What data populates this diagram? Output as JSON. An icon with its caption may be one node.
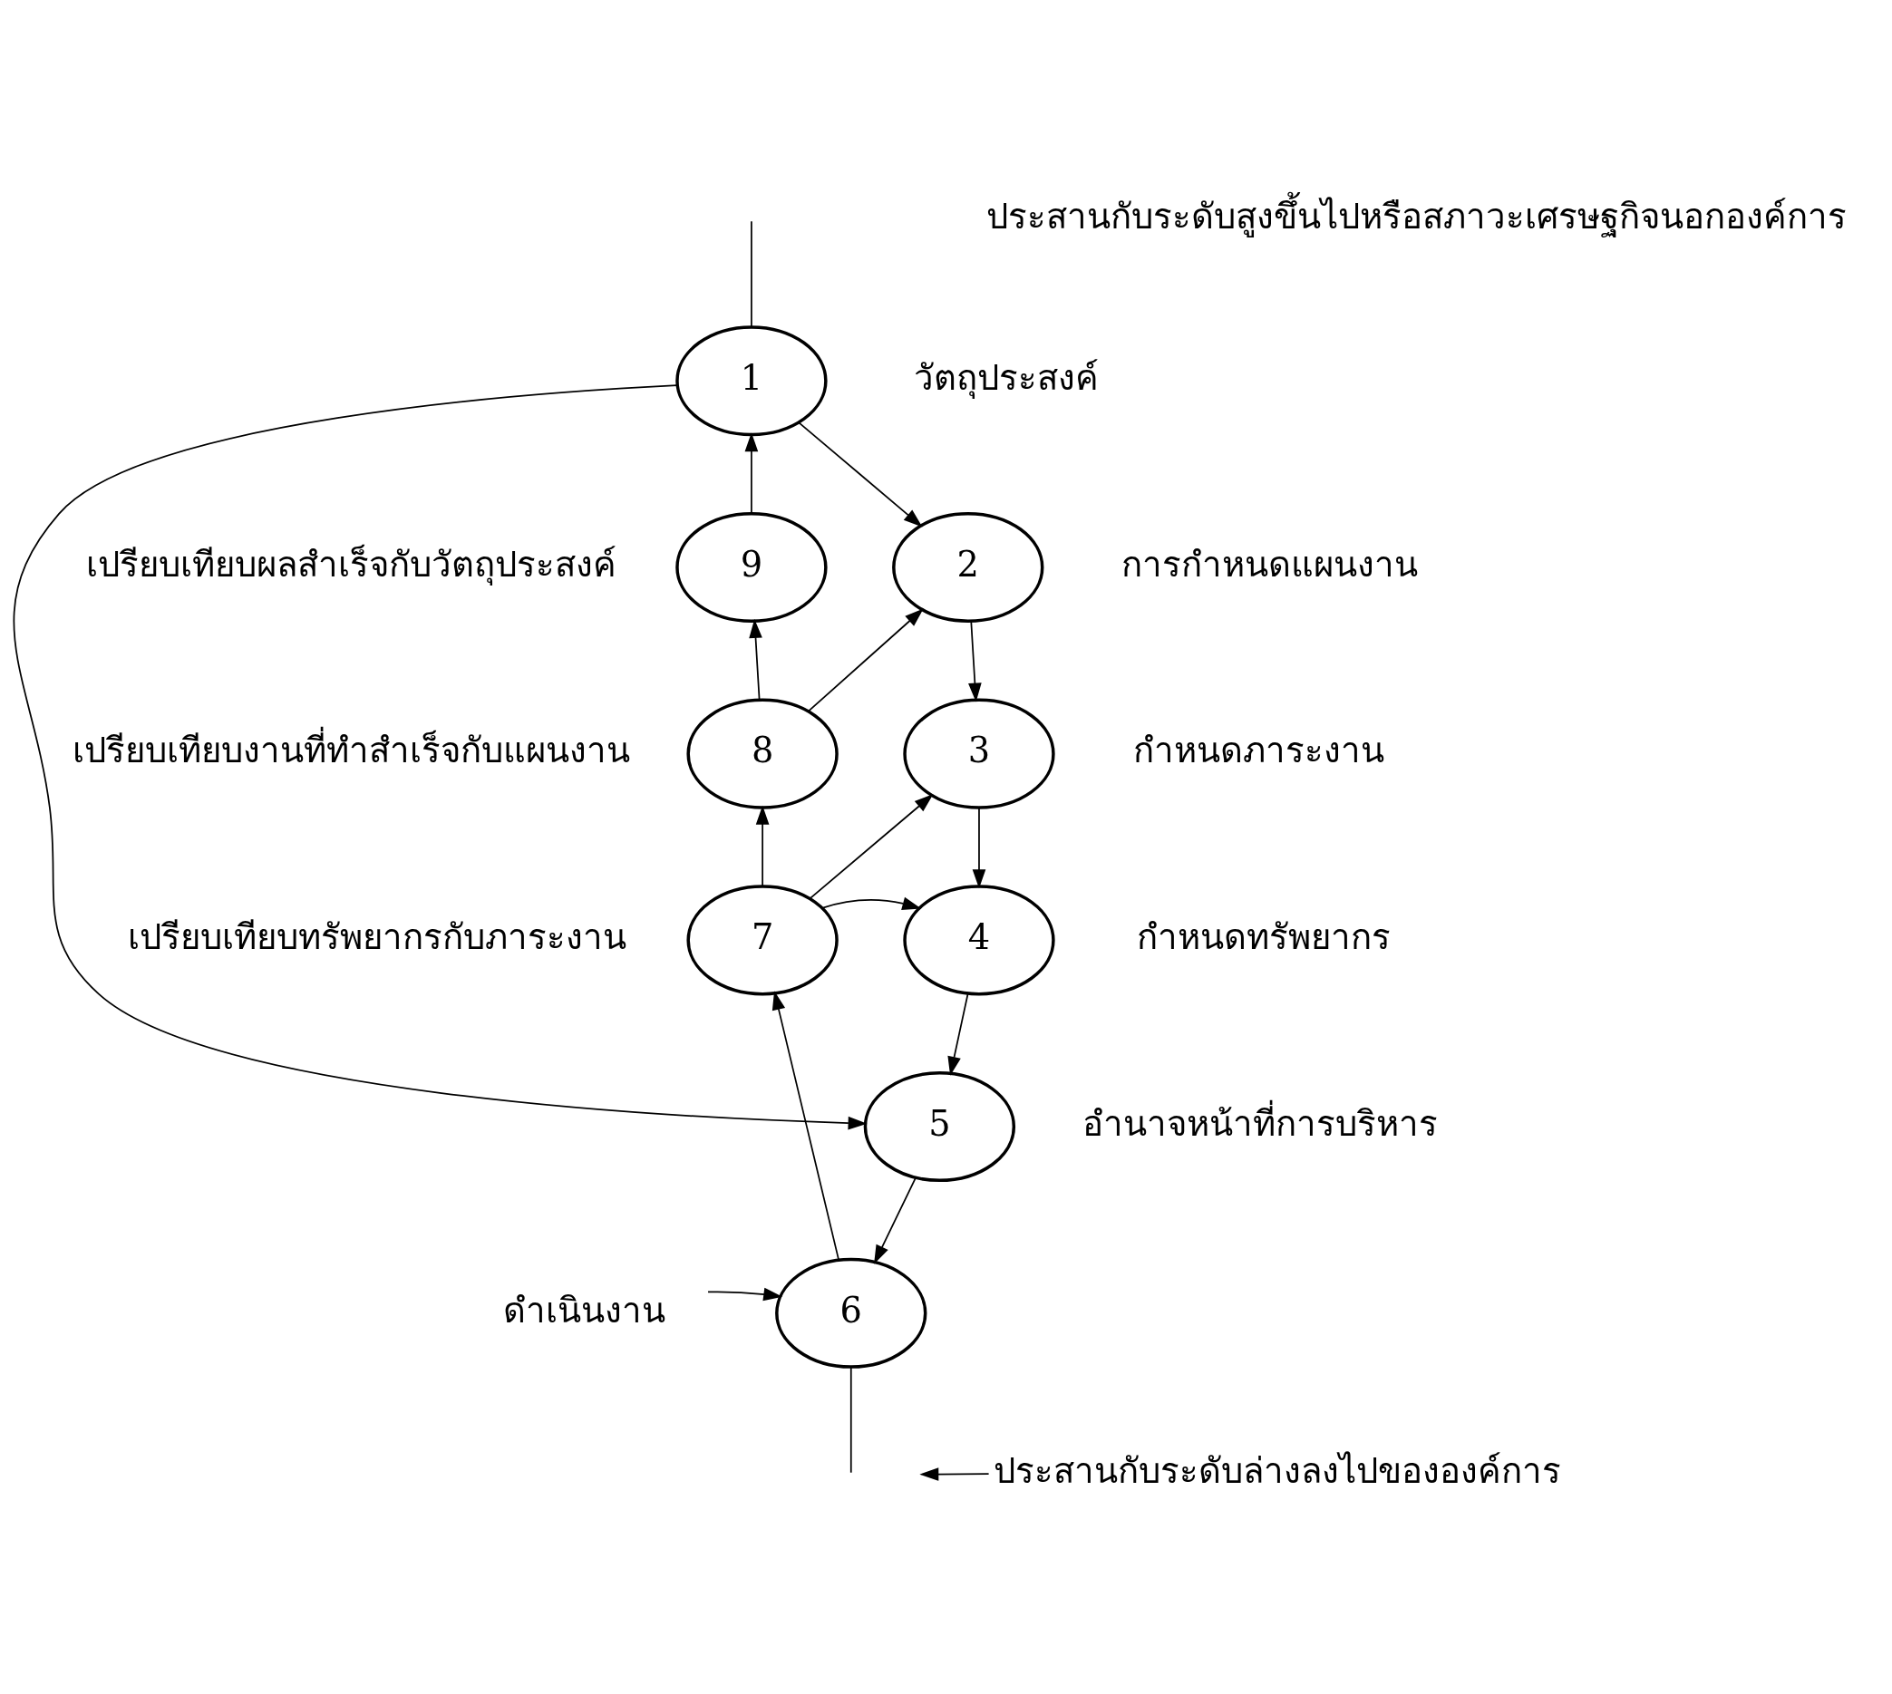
{
  "diagram": {
    "nodes": [
      {
        "text": [
          "1"
        ],
        "beside": [
          "วัตถุประสงค์"
        ]
      },
      {
        "text": [
          "2"
        ],
        "beside": [
          "การกำหนดแผนงาน"
        ]
      },
      {
        "text": [
          "3"
        ],
        "beside": [
          "กำหนดภาระงาน"
        ]
      },
      {
        "text": [
          "4"
        ],
        "beside": [
          "กำหนดทรัพยากร"
        ]
      },
      {
        "text": [
          "5"
        ],
        "beside": [
          "อำนาจหน้าที่การบริหาร"
        ]
      },
      {
        "text": [
          "6"
        ]
      },
      {
        "text": [
          "7"
        ],
        "beside": [
          "เปรียบเทียบทรัพยากรกับภาระงาน"
        ]
      },
      {
        "text": [
          "8"
        ],
        "beside": [
          "เปรียบเทียบงานที่ทำสำเร็จกับแผนงาน"
        ]
      },
      {
        "text": [
          "9"
        ],
        "beside": [
          "เปรียบเทียบผลสำเร็จกับวัตถุประสงค์"
        ]
      },
      {
        "text": [
          "ดำเนินงาน"
        ]
      },
      {
        "text": [
          "ประสานกับระดับล่างลงไปขององค์การ"
        ]
      }
    ],
    "edges": [
      {
        "from": null,
        "to": 0,
        "arrow": "none"
      },
      {
        "from": 0,
        "to": 1,
        "arrow": "to"
      },
      {
        "from": 0,
        "to": 4,
        "arrow": "to"
      },
      {
        "from": 1,
        "to": 2,
        "arrow": "to"
      },
      {
        "from": 2,
        "to": 3,
        "arrow": "to"
      },
      {
        "from": 3,
        "to": 4,
        "arrow": "to"
      },
      {
        "from": 4,
        "to": 5,
        "arrow": "to"
      },
      {
        "from": 9,
        "to": 5,
        "arrow": "to"
      },
      {
        "from": 5,
        "to": null,
        "arrow": "none"
      },
      {
        "from": 10,
        "to": null,
        "arrow": "to"
      },
      {
        "from": 5,
        "to": 6,
        "arrow": "to"
      },
      {
        "from": 6,
        "to": 7,
        "arrow": "to"
      },
      {
        "from": 7,
        "to": 8,
        "arrow": "to"
      },
      {
        "from": 8,
        "to": 0,
        "arrow": "to"
      },
      {
        "from": 7,
        "to": 1,
        "arrow": "to"
      },
      {
        "from": 6,
        "to": 2,
        "arrow": "to"
      },
      {
        "from": 6,
        "to": 3,
        "arrow": "to"
      }
    ],
    "labels": [
      "ประสานกับระดับสูงขึ้นไปหรือสภาวะเศรษฐกิจนอกองค์การ"
    ]
  }
}
